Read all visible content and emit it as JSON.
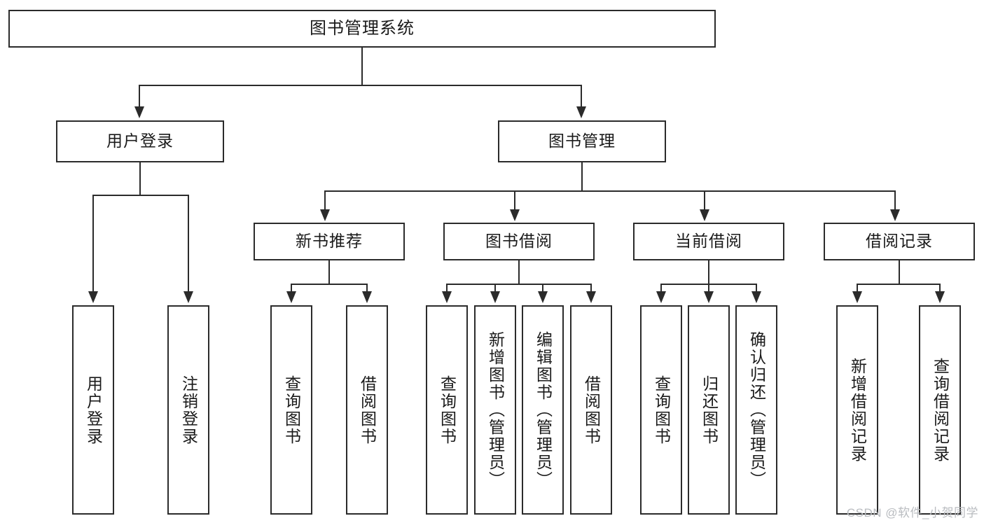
{
  "diagram": {
    "title": "图书管理系统",
    "watermark": "CSDN @软件_小贺同学",
    "colors": {
      "stroke": "#2b2b2b",
      "fill": "#ffffff",
      "text": "#1a1a1a",
      "watermark": "#b9bcc0"
    },
    "levels": {
      "root": {
        "label": "图书管理系统"
      },
      "level2": [
        {
          "label": "用户登录"
        },
        {
          "label": "图书管理"
        }
      ],
      "level3": [
        {
          "label": "新书推荐"
        },
        {
          "label": "图书借阅"
        },
        {
          "label": "当前借阅"
        },
        {
          "label": "借阅记录"
        }
      ],
      "leaves_user_login": [
        {
          "label": "用户登录"
        },
        {
          "label": "注销登录"
        }
      ],
      "leaves_new_book": [
        {
          "label": "查询图书"
        },
        {
          "label": "借阅图书"
        }
      ],
      "leaves_borrow": [
        {
          "label": "查询图书"
        },
        {
          "label": "新增图书（管理员）"
        },
        {
          "label": "编辑图书（管理员）"
        },
        {
          "label": "借阅图书"
        }
      ],
      "leaves_current": [
        {
          "label": "查询图书"
        },
        {
          "label": "归还图书"
        },
        {
          "label": "确认归还（管理员）"
        }
      ],
      "leaves_records": [
        {
          "label": "新增借阅记录"
        },
        {
          "label": "查询借阅记录"
        }
      ]
    }
  }
}
